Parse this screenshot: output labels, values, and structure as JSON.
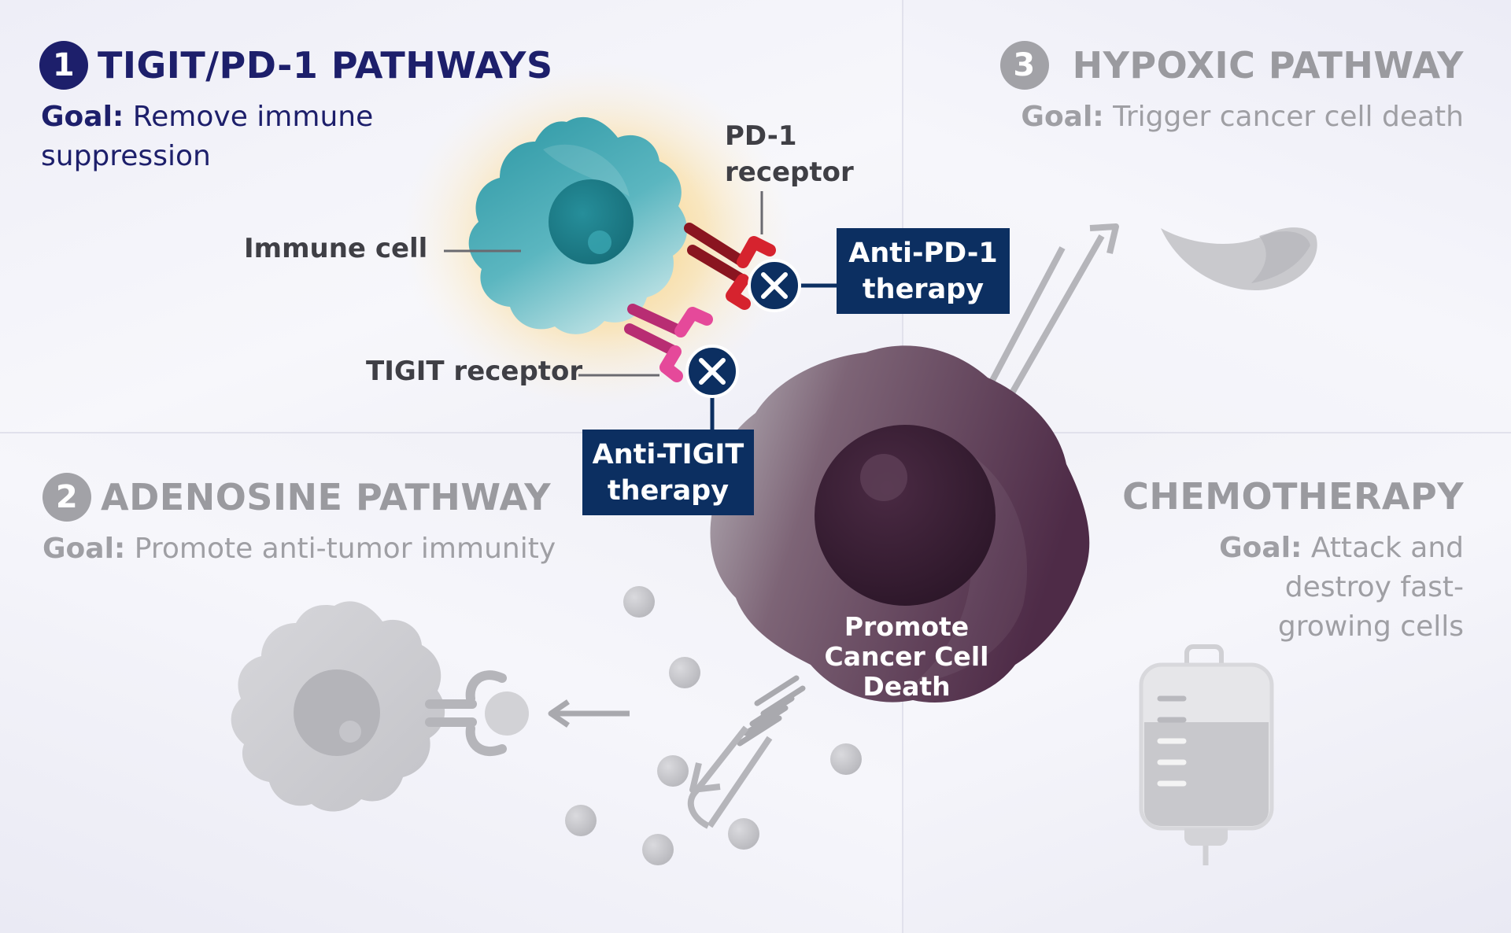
{
  "sections": {
    "tigit_pd1": {
      "number": "1",
      "title": "TIGIT/PD-1 PATHWAYS",
      "goal_label": "Goal:",
      "goal_text": "Remove immune suppression"
    },
    "adenosine": {
      "number": "2",
      "title": "ADENOSINE PATHWAY",
      "goal_label": "Goal:",
      "goal_text": "Promote anti-tumor immunity"
    },
    "hypoxic": {
      "number": "3",
      "title": "HYPOXIC PATHWAY",
      "goal_label": "Goal:",
      "goal_text": "Trigger cancer cell death"
    },
    "chemotherapy": {
      "title": "CHEMOTHERAPY",
      "goal_label": "Goal:",
      "goal_text": "Attack and destroy fast-growing cells"
    }
  },
  "labels": {
    "immune_cell": "Immune cell",
    "pd1_receptor": "PD-1 receptor",
    "tigit_receptor": "TIGIT receptor",
    "anti_pd1_line1": "Anti-PD-1",
    "anti_pd1_line2": "therapy",
    "anti_tigit_line1": "Anti-TIGIT",
    "anti_tigit_line2": "therapy",
    "promote_cancer_cell_death": "Promote Cancer Cell Death"
  },
  "colors": {
    "navy": "#1d1f6b",
    "therapy_box": "#0c2f61",
    "immune_cell_teal": "#3aa0ad",
    "pd1_red": "#c0202a",
    "tigit_pink": "#d93d8f",
    "cancer_cell_purple": "#5a3550",
    "muted_grey": "#9a9a9f"
  },
  "icons": [
    "block-x-icon",
    "arrow-up-right-icon",
    "arrow-left-icon",
    "iv-bag-icon",
    "hypoxia-cell-icon"
  ]
}
